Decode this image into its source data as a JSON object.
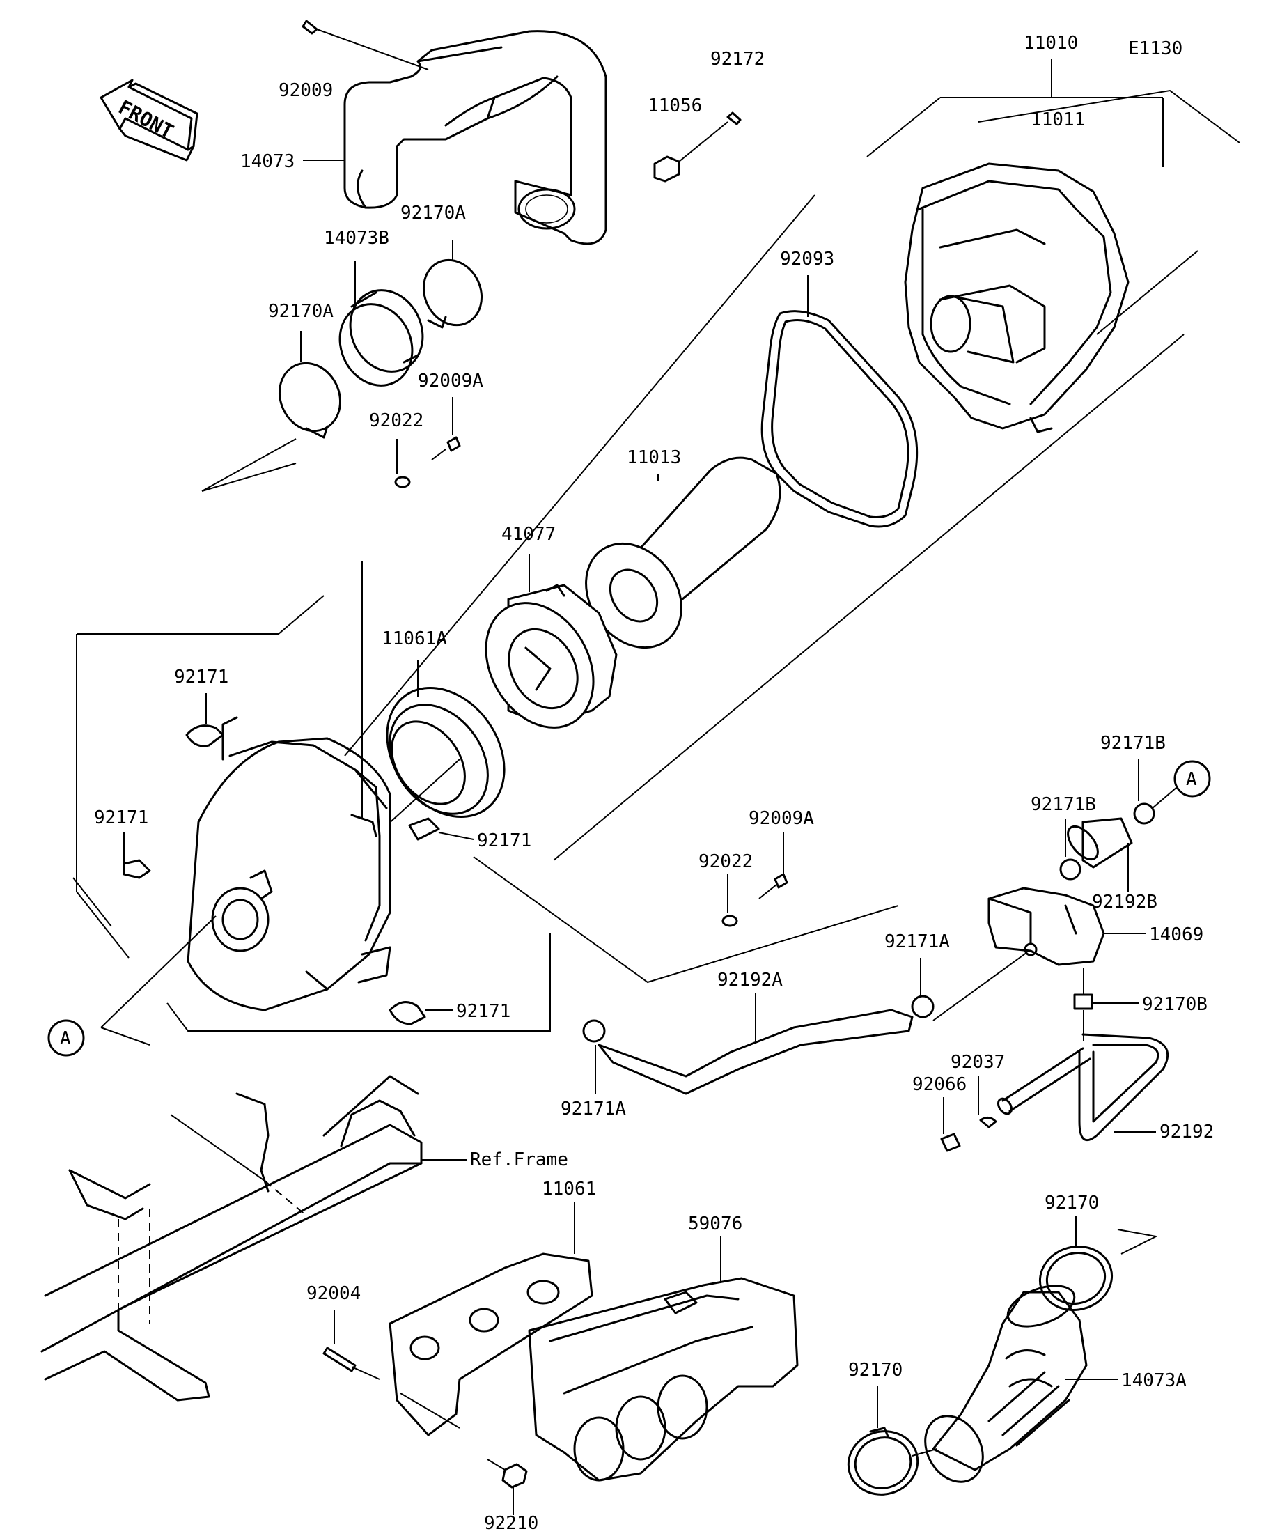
{
  "diagram_code": "E1130",
  "front_label": "FRONT",
  "reference": {
    "a": "A"
  },
  "labels": {
    "p92009": "92009",
    "p14073": "14073",
    "p92172": "92172",
    "p11056": "11056",
    "p11010": "11010",
    "p11011": "11011",
    "p92170A_top": "92170A",
    "p14073B": "14073B",
    "p92170A_left": "92170A",
    "p92009A_top": "92009A",
    "p92022_top": "92022",
    "p92093": "92093",
    "p11013": "11013",
    "p41077": "41077",
    "p11061A": "11061A",
    "p92171_a": "92171",
    "p92171_b": "92171",
    "p92171_c": "92171",
    "p92171_d": "92171",
    "p92171B_top": "92171B",
    "p92171B_mid": "92171B",
    "p92192B": "92192B",
    "p14069": "14069",
    "p92009A_mid": "92009A",
    "p92022_mid": "92022",
    "p92171A_right": "92171A",
    "p92192A": "92192A",
    "p92170B": "92170B",
    "p92171A_left": "92171A",
    "p92037": "92037",
    "p92066": "92066",
    "p92192": "92192",
    "ref_frame": "Ref.Frame",
    "p11061": "11061",
    "p59076": "59076",
    "p92004": "92004",
    "p92170_top": "92170",
    "p14073A": "14073A",
    "p92170_bottom": "92170",
    "p92210": "92210"
  }
}
